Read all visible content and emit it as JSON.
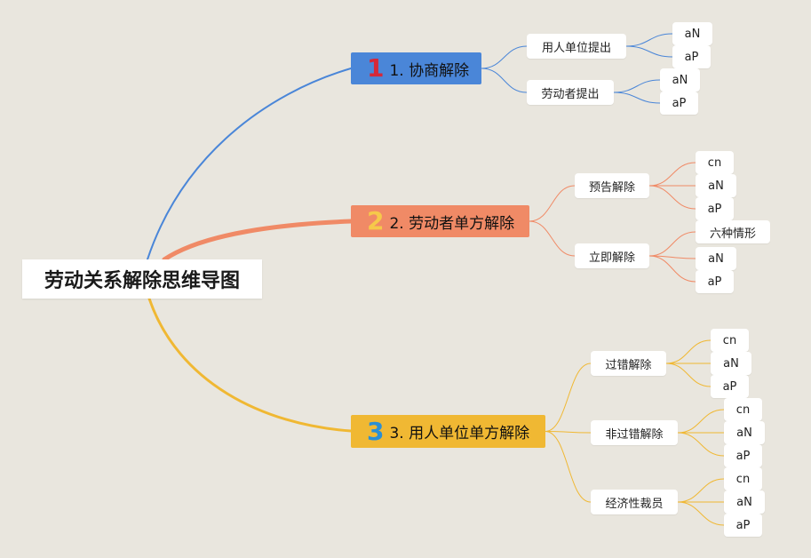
{
  "root": "劳动关系解除思维导图",
  "branches": [
    {
      "num": "1",
      "label": "1. 协商解除",
      "color": "#4a86d8",
      "numColor": "#d5283a",
      "subs": [
        {
          "label": "用人单位提出",
          "leaves": [
            "aN",
            "aP"
          ]
        },
        {
          "label": "劳动者提出",
          "leaves": [
            "aN",
            "aP"
          ]
        }
      ]
    },
    {
      "num": "2",
      "label": "2. 劳动者单方解除",
      "color": "#f08a66",
      "numColor": "#f6c94a",
      "subs": [
        {
          "label": "预告解除",
          "leaves": [
            "cn",
            "aN",
            "aP"
          ]
        },
        {
          "label": "立即解除",
          "leaves": [
            "六种情形",
            "aN",
            "aP"
          ]
        }
      ]
    },
    {
      "num": "3",
      "label": "3. 用人单位单方解除",
      "color": "#f0b833",
      "numColor": "#2b8fd4",
      "subs": [
        {
          "label": "过错解除",
          "leaves": [
            "cn",
            "aN",
            "aP"
          ]
        },
        {
          "label": "非过错解除",
          "leaves": [
            "cn",
            "aN",
            "aP"
          ]
        },
        {
          "label": "经济性裁员",
          "leaves": [
            "cn",
            "aN",
            "aP"
          ]
        }
      ]
    }
  ]
}
